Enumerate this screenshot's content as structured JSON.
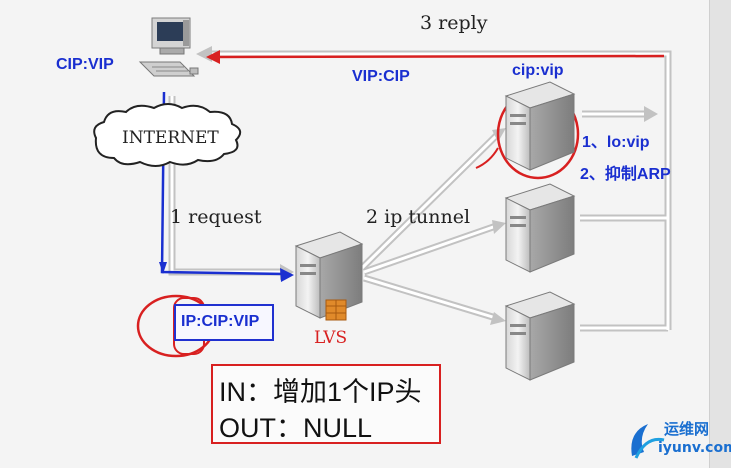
{
  "labels": {
    "reply": "3 reply",
    "request": "1 request",
    "tunnel": "2 ip tunnel",
    "client_addr": "CIP:VIP",
    "reply_addr": "VIP:CIP",
    "server_addr": "cip:vip",
    "step1": "1、lo:vip",
    "step2": "2、抑制ARP",
    "internet": "INTERNET",
    "lvs": "LVS",
    "packet": "IP:CIP:VIP"
  },
  "note": {
    "in": "IN：增加1个IP头",
    "out": "OUT：NULL"
  },
  "watermark": {
    "text": "运维网",
    "url": "iyunv.com"
  },
  "colors": {
    "ink_blue": "#1a2fd0",
    "ink_red": "#d82020",
    "arrow_gray": "#c9c9c9"
  }
}
